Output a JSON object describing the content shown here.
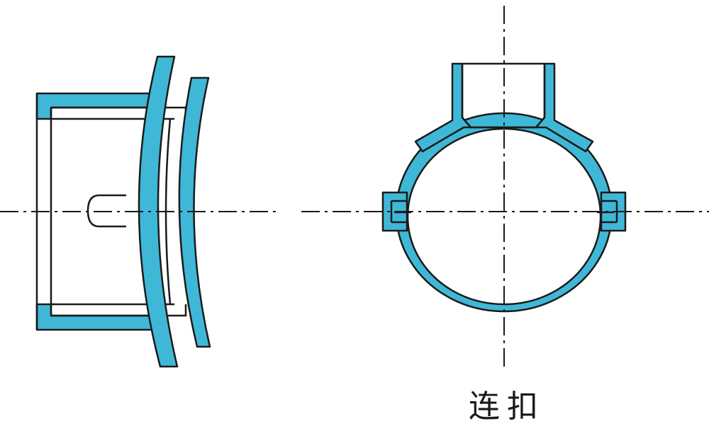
{
  "caption": "连扣",
  "colors": {
    "part_fill": "#3fb8d8",
    "line": "#1a1a1a",
    "background": "#ffffff"
  },
  "views": [
    {
      "name": "side-view"
    },
    {
      "name": "front-view"
    }
  ]
}
